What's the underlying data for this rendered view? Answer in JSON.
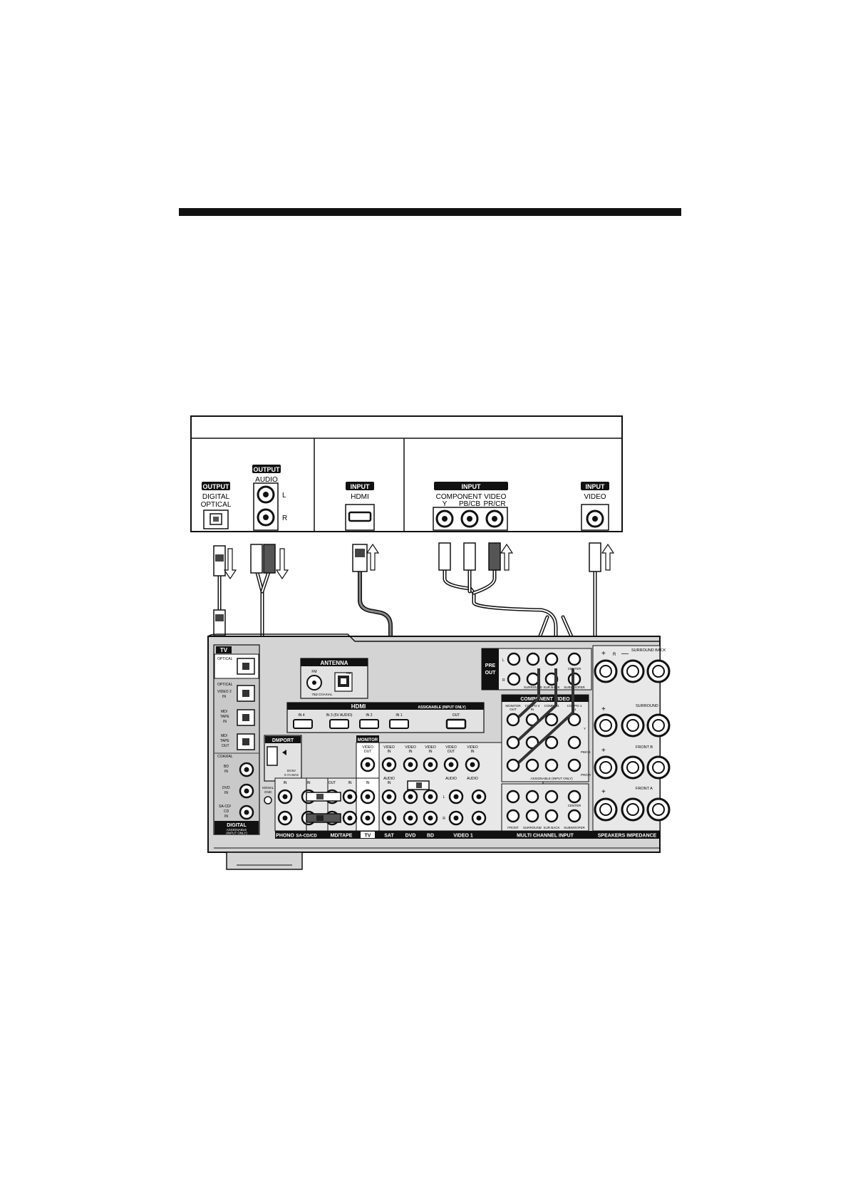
{
  "tv_panel": {
    "digital_output": {
      "badge": "OUTPUT",
      "line1": "DIGITAL",
      "line2": "OPTICAL"
    },
    "audio_output": {
      "badge": "OUTPUT",
      "label": "AUDIO",
      "left": "L",
      "right": "R"
    },
    "hdmi_input": {
      "badge": "INPUT",
      "label": "HDMI"
    },
    "component_input": {
      "badge": "INPUT",
      "label": "COMPONENT VIDEO",
      "y": "Y",
      "pb": "PB/CB",
      "pr": "PR/CR"
    },
    "video_input": {
      "badge": "INPUT",
      "label": "VIDEO"
    }
  },
  "receiver": {
    "digital_section": {
      "tv_badge": "TV",
      "optical1": "OPTICAL",
      "optical2": "OPTICAL",
      "video2_in": [
        "VIDEO 2",
        "IN"
      ],
      "md_tape_in": [
        "MD/",
        "TAPE",
        "IN"
      ],
      "md_tape_out": [
        "MD/",
        "TAPE",
        "OUT"
      ],
      "coaxial": "COAXIAL",
      "bd_in": [
        "BD",
        "IN"
      ],
      "dvd_in": [
        "DVD",
        "IN"
      ],
      "sacd_in": [
        "SA-CD/",
        "CD",
        "IN"
      ],
      "footer": [
        "DIGITAL",
        "ASSIGNABLE",
        "(INPUT ONLY)"
      ]
    },
    "antenna": {
      "title": "ANTENNA",
      "fm": "FM",
      "am": "AM",
      "coaxial": "75Ω COAXIAL"
    },
    "hdmi": {
      "title": "HDMI",
      "assignable": "ASSIGNABLE (INPUT ONLY)",
      "ports": [
        "IN 4",
        "IN 3 (5V AUDIO)",
        "IN 2",
        "IN 1",
        "OUT"
      ]
    },
    "dmport": {
      "title": "DMPORT",
      "spec": [
        "DC5V",
        "0.7A MAX"
      ]
    },
    "pre_out": {
      "title": [
        "PRE",
        "OUT"
      ],
      "l": "L",
      "r": "R",
      "labels": [
        "SURROUND",
        "SUR BACK",
        "SUBWOOFER",
        "CENTER"
      ]
    },
    "component_video": {
      "title": "COMPONENT VIDEO",
      "columns": [
        [
          "MONITOR",
          "OUT"
        ],
        [
          "COMPO 2",
          "IN"
        ],
        [
          "COMPO 3",
          "IN"
        ],
        [
          "COMPO 1",
          "IN"
        ]
      ],
      "rows": [
        "Y",
        "PB/CB",
        "PR/CR"
      ],
      "assignable": "ASSIGNABLE (INPUT ONLY)"
    },
    "monitor_badge": "MONITOR",
    "video_jacks": [
      [
        "VIDEO",
        "OUT"
      ],
      [
        "VIDEO",
        "IN"
      ],
      [
        "VIDEO",
        "IN"
      ],
      [
        "VIDEO",
        "IN"
      ],
      [
        "VIDEO",
        "OUT"
      ],
      [
        "VIDEO",
        "IN"
      ]
    ],
    "audio_labels": [
      "AUDIO",
      "IN",
      "AUDIO",
      "AUDIO"
    ],
    "analog_labels": [
      "IN",
      "IN",
      "OUT",
      "IN",
      "IN"
    ],
    "signal_gnd": [
      "SIGNAL",
      "GND"
    ],
    "lr": [
      "L",
      "R"
    ],
    "multi_labels": [
      "FRONT",
      "SURROUND",
      "SUR BACK",
      "SUBWOOFER",
      "CENTER"
    ],
    "bottom_labels": [
      "PHONO",
      "SA-CD/CD",
      "MD/TAPE",
      "TV",
      "SAT",
      "DVD",
      "BD",
      "VIDEO 1",
      "MULTI CHANNEL INPUT",
      "SPEAKERS  IMPEDANCE"
    ],
    "speakers": {
      "surround_back": "SURROUND BACK",
      "surround": "SURROUND",
      "front_b": "FRONT B",
      "front_a": "FRONT A",
      "r": "R",
      "plus": "+",
      "minus": "—"
    }
  }
}
